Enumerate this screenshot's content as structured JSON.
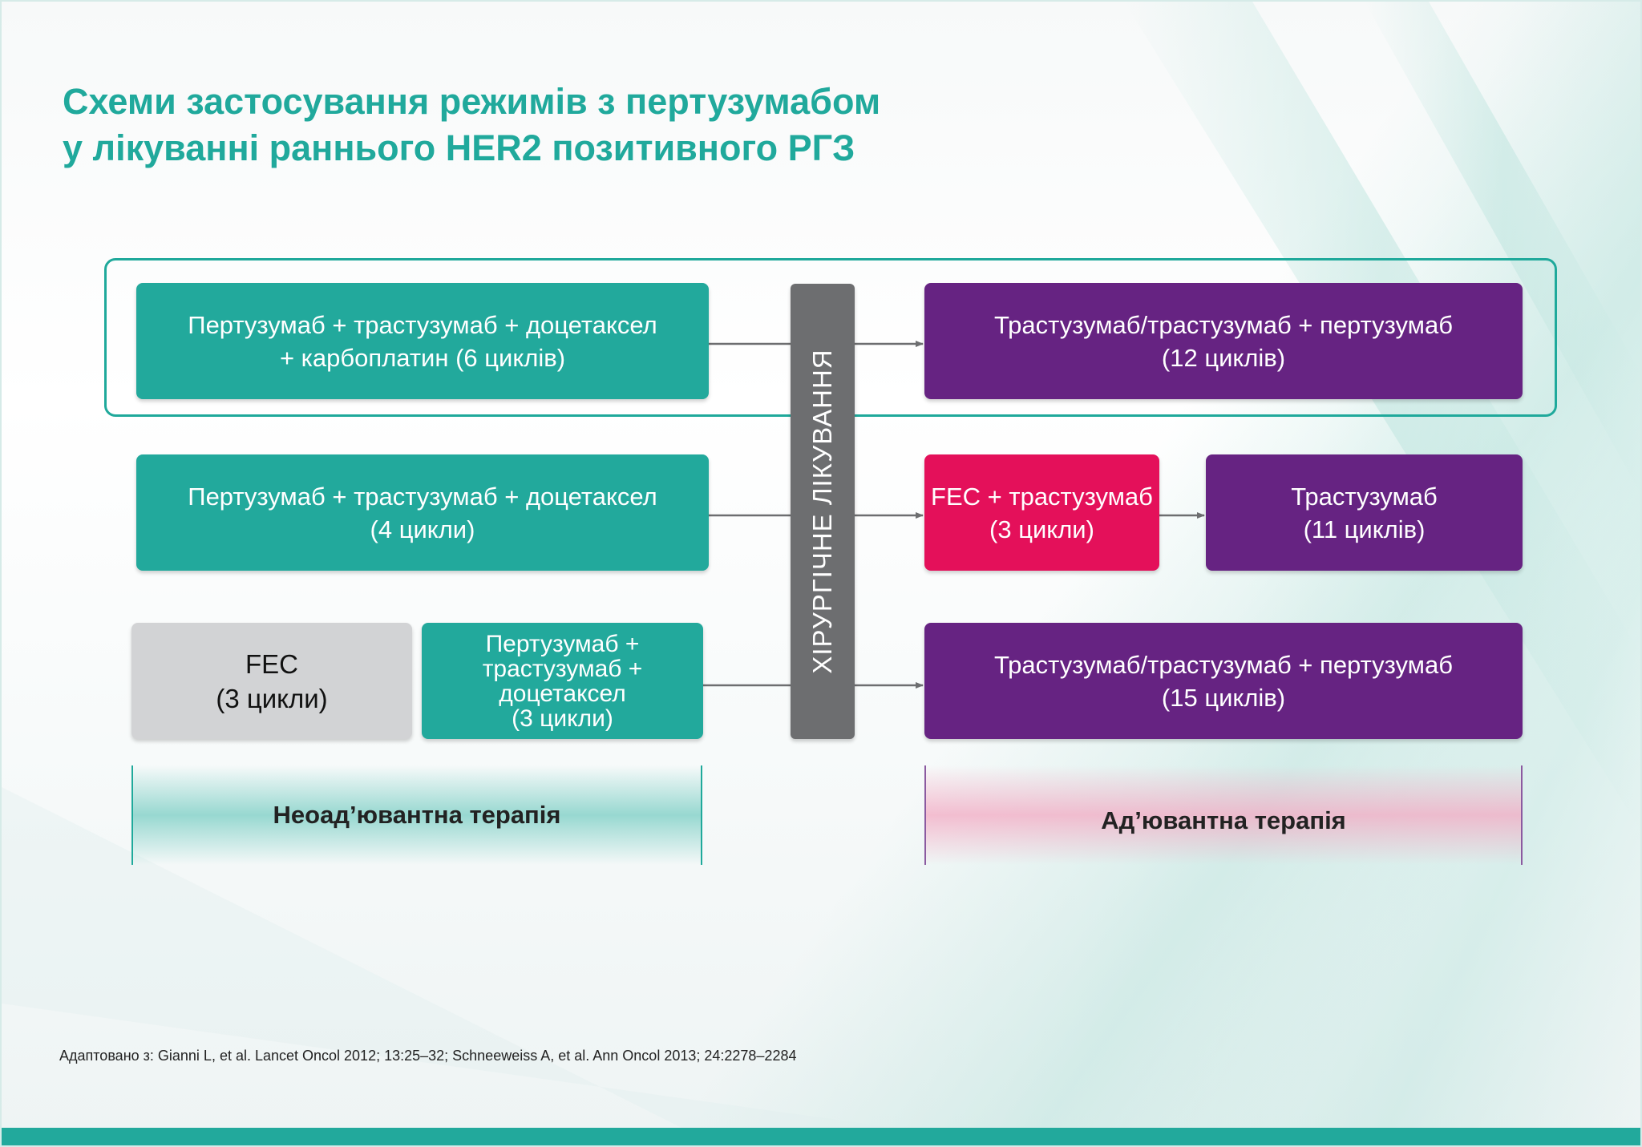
{
  "title": {
    "line1": "Схеми застосування режимів  з пертузумабом",
    "line2": "у лікуванні раннього HER2 позитивного РГЗ"
  },
  "surgery_label": "ХІРУРГІЧНЕ ЛІКУВАННЯ",
  "rows": [
    {
      "neoadjuvant": [
        {
          "lines": [
            "Пертузумаб + трастузумаб + доцетаксел",
            "+ карбоплатин (6 циклів)"
          ]
        }
      ],
      "adjuvant": [
        {
          "lines": [
            "Трастузумаб/трастузумаб + пертузумаб",
            "(12 циклів)"
          ]
        }
      ]
    },
    {
      "neoadjuvant": [
        {
          "lines": [
            "Пертузумаб + трастузумаб + доцетаксел",
            "(4 цикли)"
          ]
        }
      ],
      "adjuvant": [
        {
          "lines": [
            "FEC + трастузумаб",
            "(3 цикли)"
          ]
        },
        {
          "lines": [
            "Трастузумаб",
            "(11 циклів)"
          ]
        }
      ]
    },
    {
      "neoadjuvant": [
        {
          "lines": [
            "FEC",
            "(3 цикли)"
          ]
        },
        {
          "lines": [
            "Пертузумаб +",
            "трастузумаб +",
            "доцетаксел",
            "(3 цикли)"
          ]
        }
      ],
      "adjuvant": [
        {
          "lines": [
            "Трастузумаб/трастузумаб + пертузумаб",
            "(15 циклів)"
          ]
        }
      ]
    }
  ],
  "phases": {
    "neoadjuvant": "Неоад’ювантна терапія",
    "adjuvant": "Ад’ювантна терапія"
  },
  "source": "Адаптовано з: Gianni L, et al. Lancet Oncol 2012; 13:25–32; Schneeweiss A, et al. Ann Oncol 2013; 24:2278–2284",
  "colors": {
    "teal": "#22a99c",
    "purple": "#662382",
    "pink": "#e4105a",
    "grey": "#d2d3d5",
    "surgery": "#6d6e70"
  }
}
